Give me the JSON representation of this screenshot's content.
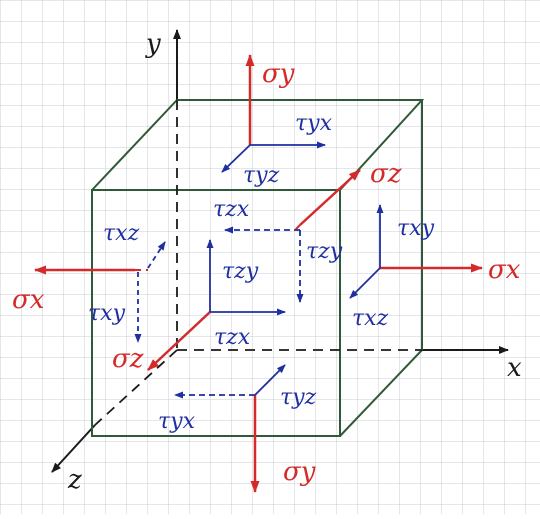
{
  "axes": {
    "x_label": "x",
    "y_label": "y",
    "z_label": "z"
  },
  "stresses": {
    "sigma_y_top": "σy",
    "sigma_y_bottom": "σy",
    "sigma_x_right": "σx",
    "sigma_x_left": "σx",
    "sigma_z_front": "σz",
    "sigma_z_back": "σz"
  },
  "shears": {
    "tau_yx_top": "τyx",
    "tau_yz_top": "τyz",
    "tau_zx_back": "τzx",
    "tau_zy_back": "τzy",
    "tau_xz_left": "τxz",
    "tau_xy_left": "τxy",
    "tau_xy_right": "τxy",
    "tau_xz_right": "τxz",
    "tau_zy_front": "τzy",
    "tau_zx_front": "τzx",
    "tau_yz_bottom": "τyz",
    "tau_yx_bottom": "τyx"
  },
  "colors": {
    "grid": "#c9ced6",
    "axis": "#1a1a1a",
    "cube": "#2f5a3a",
    "normal_stress": "#d42a2a",
    "shear_stress": "#1f2fa0"
  }
}
